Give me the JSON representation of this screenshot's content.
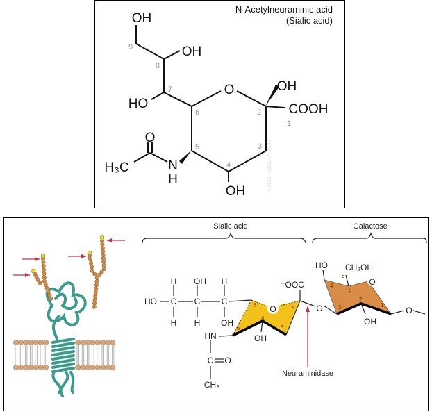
{
  "top_panel": {
    "title": "N-Acetylneuraminic acid",
    "subtitle": "(Sialic acid)",
    "watermark": "crscientific.com",
    "atoms": {
      "oh_c9": "OH",
      "oh_c8": "OH",
      "ho_c7": "HO",
      "ring_o": "O",
      "oh_c2": "OH",
      "cooh": "COOH",
      "carbonyl_o": "O",
      "h3c": "H₃C",
      "n": "N",
      "nh_h": "H",
      "oh_c4": "OH"
    },
    "carbon_numbers": [
      "1",
      "2",
      "3",
      "4",
      "5",
      "6",
      "7",
      "8",
      "9"
    ]
  },
  "bottom_panel": {
    "brace_labels": {
      "sialic_acid": "Sialic acid",
      "galactose": "Galactose"
    },
    "enzyme_label": "Neuraminidase",
    "colors": {
      "sialic_ring": "#f2c21b",
      "galactose_ring": "#d98c45",
      "arrow": "#c8304a",
      "protein": "#3a9c8c",
      "sugar_bead": "#c98a4a",
      "terminal_bead": "#e8e02a"
    },
    "sialic_atoms": {
      "ho": "HO",
      "c1": "C",
      "c2": "C",
      "c3": "C",
      "h1_top": "H",
      "oh_top": "OH",
      "h3_top": "H",
      "h1_bot": "H",
      "h2_bot": "H",
      "oh_bot": "OH",
      "ring_o": "O",
      "ooc": "⁻OOC",
      "oh_c4": "OH",
      "hn": "HN",
      "c_carbonyl": "C",
      "eq_o": "O",
      "ch3": "CH₃"
    },
    "sialic_ring_numbers": [
      "6",
      "2",
      "5",
      "4",
      "3"
    ],
    "glyco_o": "O",
    "galactose_atoms": {
      "ho": "HO",
      "ch2oh": "CH₂OH",
      "ring_o": "O",
      "oh": "OH",
      "o_link": "O"
    },
    "galactose_ring_numbers": [
      "6",
      "4",
      "5",
      "3",
      "2",
      "1"
    ]
  }
}
